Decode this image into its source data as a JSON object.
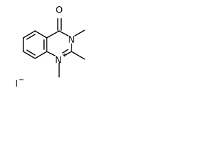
{
  "molecule": {
    "atoms": {
      "oxygen": "O",
      "n3": "N",
      "n1": "N",
      "n1_charge": "+",
      "iodide": "I",
      "iodide_charge": "−"
    },
    "methyls": {
      "n3_methyl": "CH3",
      "c2_methyl": "CH3",
      "n1_methyl": "CH3"
    }
  }
}
